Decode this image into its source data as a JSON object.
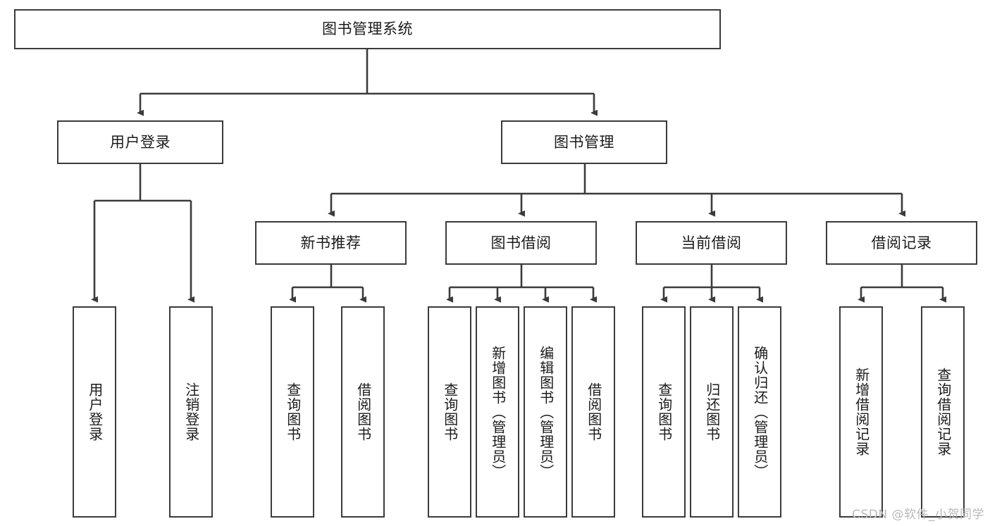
{
  "diagram": {
    "type": "tree-hierarchy",
    "title": "图书管理系统",
    "orientation": "top-down",
    "edge_color": "#3b3b3b",
    "box_border_color": "#3b3b3b",
    "box_fill": "#ffffff",
    "text_color": "#1b1b1b"
  },
  "nodes": {
    "root": {
      "label": "图书管理系统"
    },
    "level2": [
      {
        "label": "用户登录"
      },
      {
        "label": "图书管理"
      }
    ],
    "level3": [
      {
        "label": "新书推荐"
      },
      {
        "label": "图书借阅"
      },
      {
        "label": "当前借阅"
      },
      {
        "label": "借阅记录"
      }
    ],
    "leaves": {
      "user_login": [
        {
          "label": "用户登录"
        },
        {
          "label": "注销登录"
        }
      ],
      "new_book_recommend": [
        {
          "label": "查询图书"
        },
        {
          "label": "借阅图书"
        }
      ],
      "book_borrow": [
        {
          "label": "查询图书"
        },
        {
          "label": "新增图书（管理员）"
        },
        {
          "label": "编辑图书（管理员）"
        },
        {
          "label": "借阅图书"
        }
      ],
      "current_borrow": [
        {
          "label": "查询图书"
        },
        {
          "label": "归还图书"
        },
        {
          "label": "确认归还（管理员）"
        }
      ],
      "borrow_record": [
        {
          "label": "新增借阅记录"
        },
        {
          "label": "查询借阅记录"
        }
      ]
    }
  },
  "watermark": {
    "text": "CSDN @软件_小贺同学"
  }
}
